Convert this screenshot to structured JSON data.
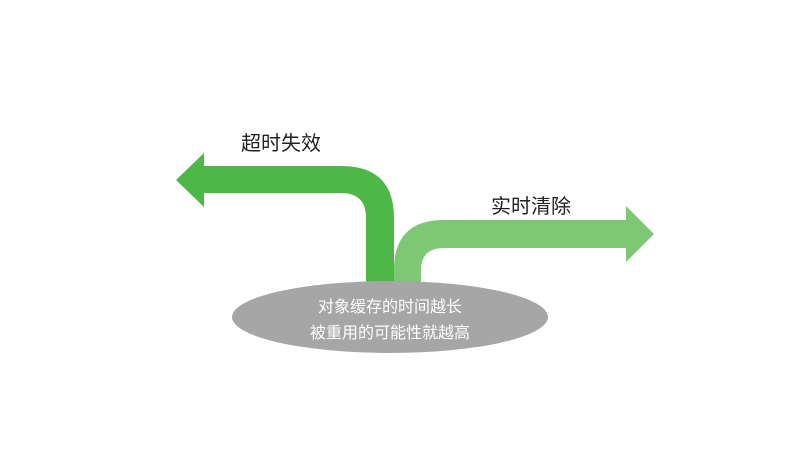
{
  "labels": {
    "timeout": "超时失效",
    "realtime": "实时清除"
  },
  "center_text": {
    "line1": "对象缓存的时间越长",
    "line2": "被重用的可能性就越高"
  },
  "colors": {
    "arrow_left": "#4db848",
    "arrow_right": "#7dc775",
    "ellipse": "#a6a6a6",
    "label_text": "#222222",
    "ellipse_text": "#ffffff"
  }
}
